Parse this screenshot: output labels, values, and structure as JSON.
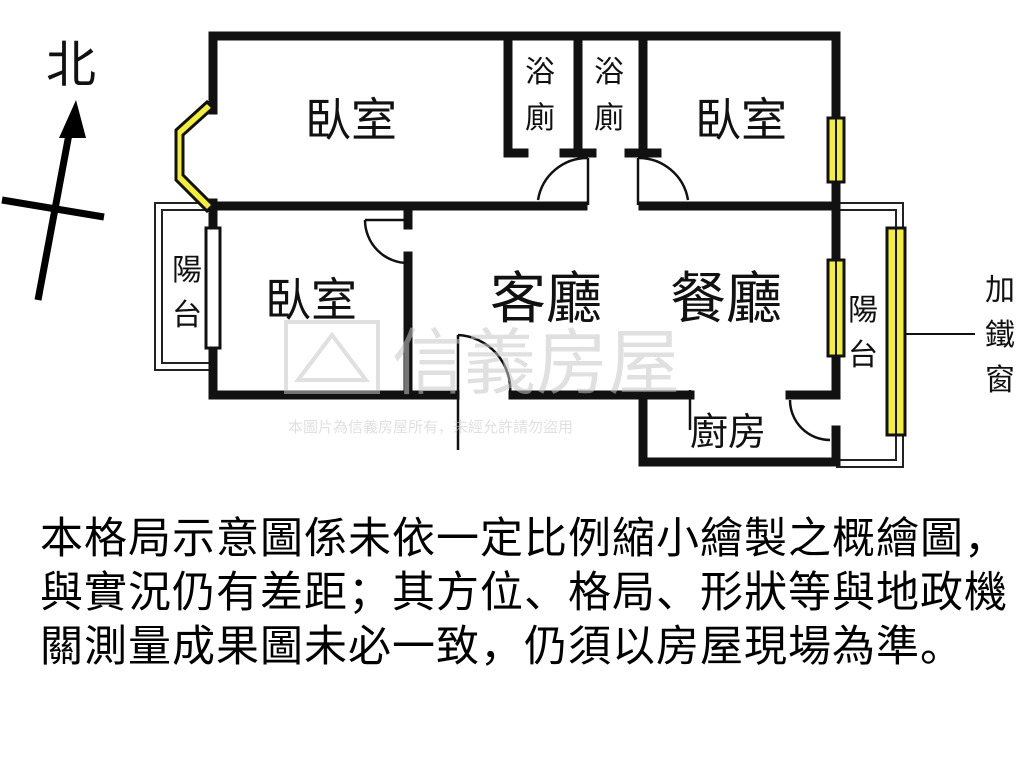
{
  "compass": {
    "north_label": "北"
  },
  "rooms": {
    "bedroom_top_left": "臥室",
    "bath_1": "浴廁",
    "bath_2": "浴廁",
    "bedroom_top_right": "臥室",
    "balcony_left": "陽台",
    "bedroom_bottom_left": "臥室",
    "living_room": "客廳",
    "dining_room": "餐廳",
    "balcony_right": "陽台",
    "kitchen": "廚房"
  },
  "annotation": {
    "iron_window": "加鐵窗"
  },
  "watermark": {
    "brand": "信義房屋",
    "caption": "本圖片為信義房屋所有，未經允許請勿盜用"
  },
  "disclaimer": "本格局示意圖係未依一定比例縮小繪製之概繪圖，與實況仍有差距；其方位、格局、形狀等與地政機關測量成果圖未必一致，仍須以房屋現場為準。",
  "colors": {
    "wall": "#111111",
    "window_fill": "#f2ee3a",
    "watermark": "#c8c8c8"
  }
}
